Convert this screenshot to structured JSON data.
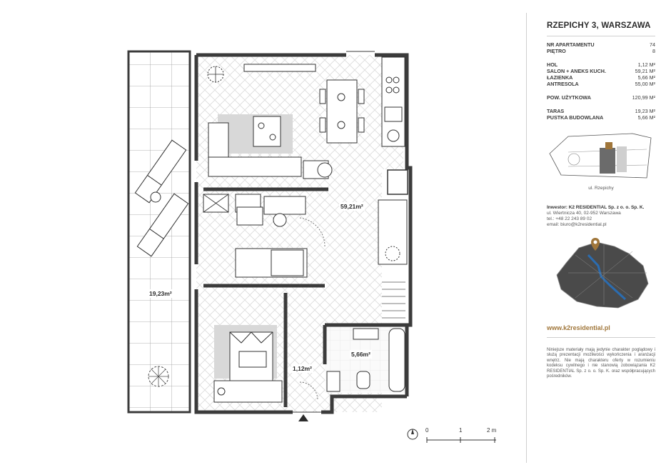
{
  "project": {
    "title": "RZEPICHY 3, WARSZAWA"
  },
  "apartment": {
    "nr_label": "NR APARTAMENTU",
    "nr_value": "74",
    "floor_label": "PIĘTRO",
    "floor_value": "8"
  },
  "rooms": [
    {
      "name": "HOL",
      "area": "1,12 m²"
    },
    {
      "name": "SALON + ANEKS KUCH.",
      "area": "59,21 m²"
    },
    {
      "name": "ŁAZIENKA",
      "area": "5,66 m²"
    },
    {
      "name": "ANTRESOLA",
      "area": "55,00 m²"
    }
  ],
  "usable": {
    "label": "POW. UŻYTKOWA",
    "value": "120,99 m²"
  },
  "extras": [
    {
      "name": "TARAS",
      "area": "19,23 m²"
    },
    {
      "name": "PUSTKA BUDOWLANA",
      "area": "5,66 m²"
    }
  ],
  "site_plan": {
    "street": "ul. Rzepichy"
  },
  "investor": {
    "name": "Inwestor: K2 RESIDENTIAL Sp. z o. o. Sp. K.",
    "address": "ul. Wiertnicza 40, 02-952 Warszawa",
    "phone": "tel.: +48 22 243 89 02",
    "email": "email: biuro@k2residential.pl"
  },
  "website": "www.k2residential.pl",
  "disclaimer": "Niniejsze materiały mają jedynie charakter poglądowy i służą prezentacji możliwości wykończenia i aranżacji wnętrz. Nie mają charakteru oferty w rozumieniu kodeksu cywilnego i nie stanowią zobowiązania K2 RESIDENTIAL Sp. z o. o. Sp. K. oraz współpracujących pośredników.",
  "plan_labels": {
    "salon": "59,21m²",
    "taras": "19,23m²",
    "hol": "1,12m²",
    "lazienka": "5,66m²"
  },
  "scale": {
    "s0": "0",
    "s1": "1",
    "s2": "2 m"
  },
  "colors": {
    "accent": "#a0763a",
    "wall": "#3b3b3b",
    "river": "#2b6cb0"
  }
}
